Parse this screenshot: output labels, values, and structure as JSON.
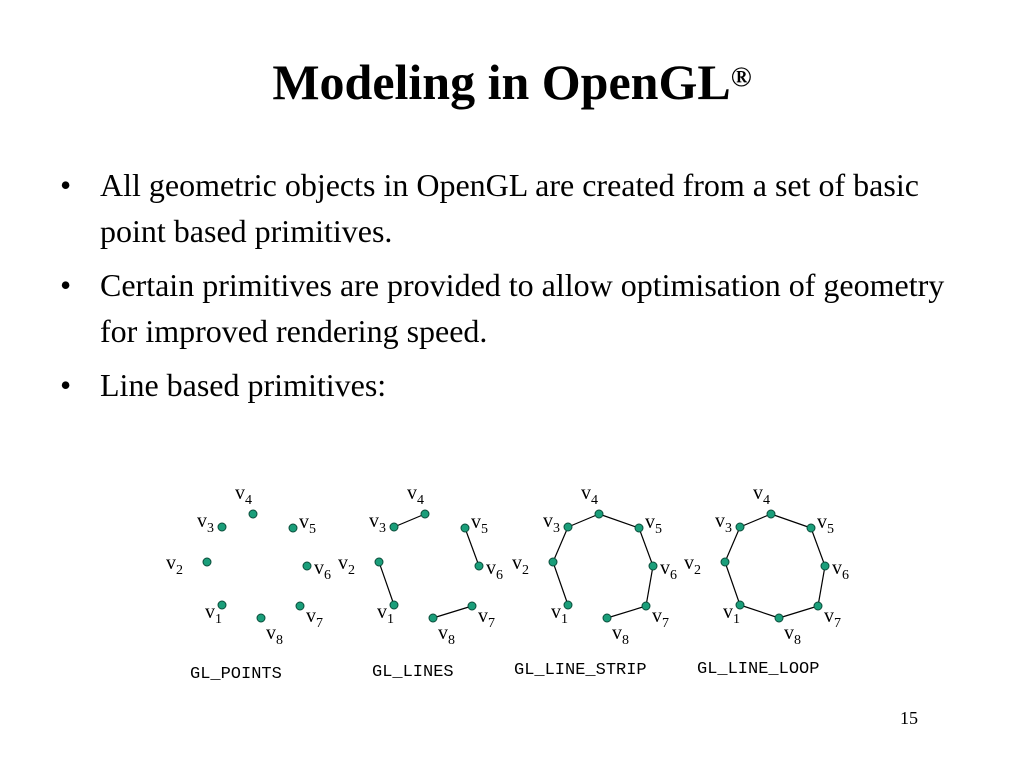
{
  "slide": {
    "title": "Modeling in OpenGL",
    "title_mark": "®",
    "bullets": [
      "All geometric objects in OpenGL are created from a set of basic point based primitives.",
      "Certain primitives are provided to allow optimisation of geometry for improved rendering speed.",
      "Line based primitives:"
    ],
    "bullet_symbol": "•",
    "page_number": "15"
  },
  "diagram": {
    "vertex_prefix": "v",
    "vertex_indices": [
      "1",
      "2",
      "3",
      "4",
      "5",
      "6",
      "7",
      "8"
    ],
    "vertex_color": "#1a9e7a",
    "panels": [
      {
        "caption": "GL_POINTS",
        "mode": "points"
      },
      {
        "caption": "GL_LINES",
        "mode": "lines"
      },
      {
        "caption": "GL_LINE_STRIP",
        "mode": "strip"
      },
      {
        "caption": "GL_LINE_LOOP",
        "mode": "loop"
      }
    ]
  }
}
